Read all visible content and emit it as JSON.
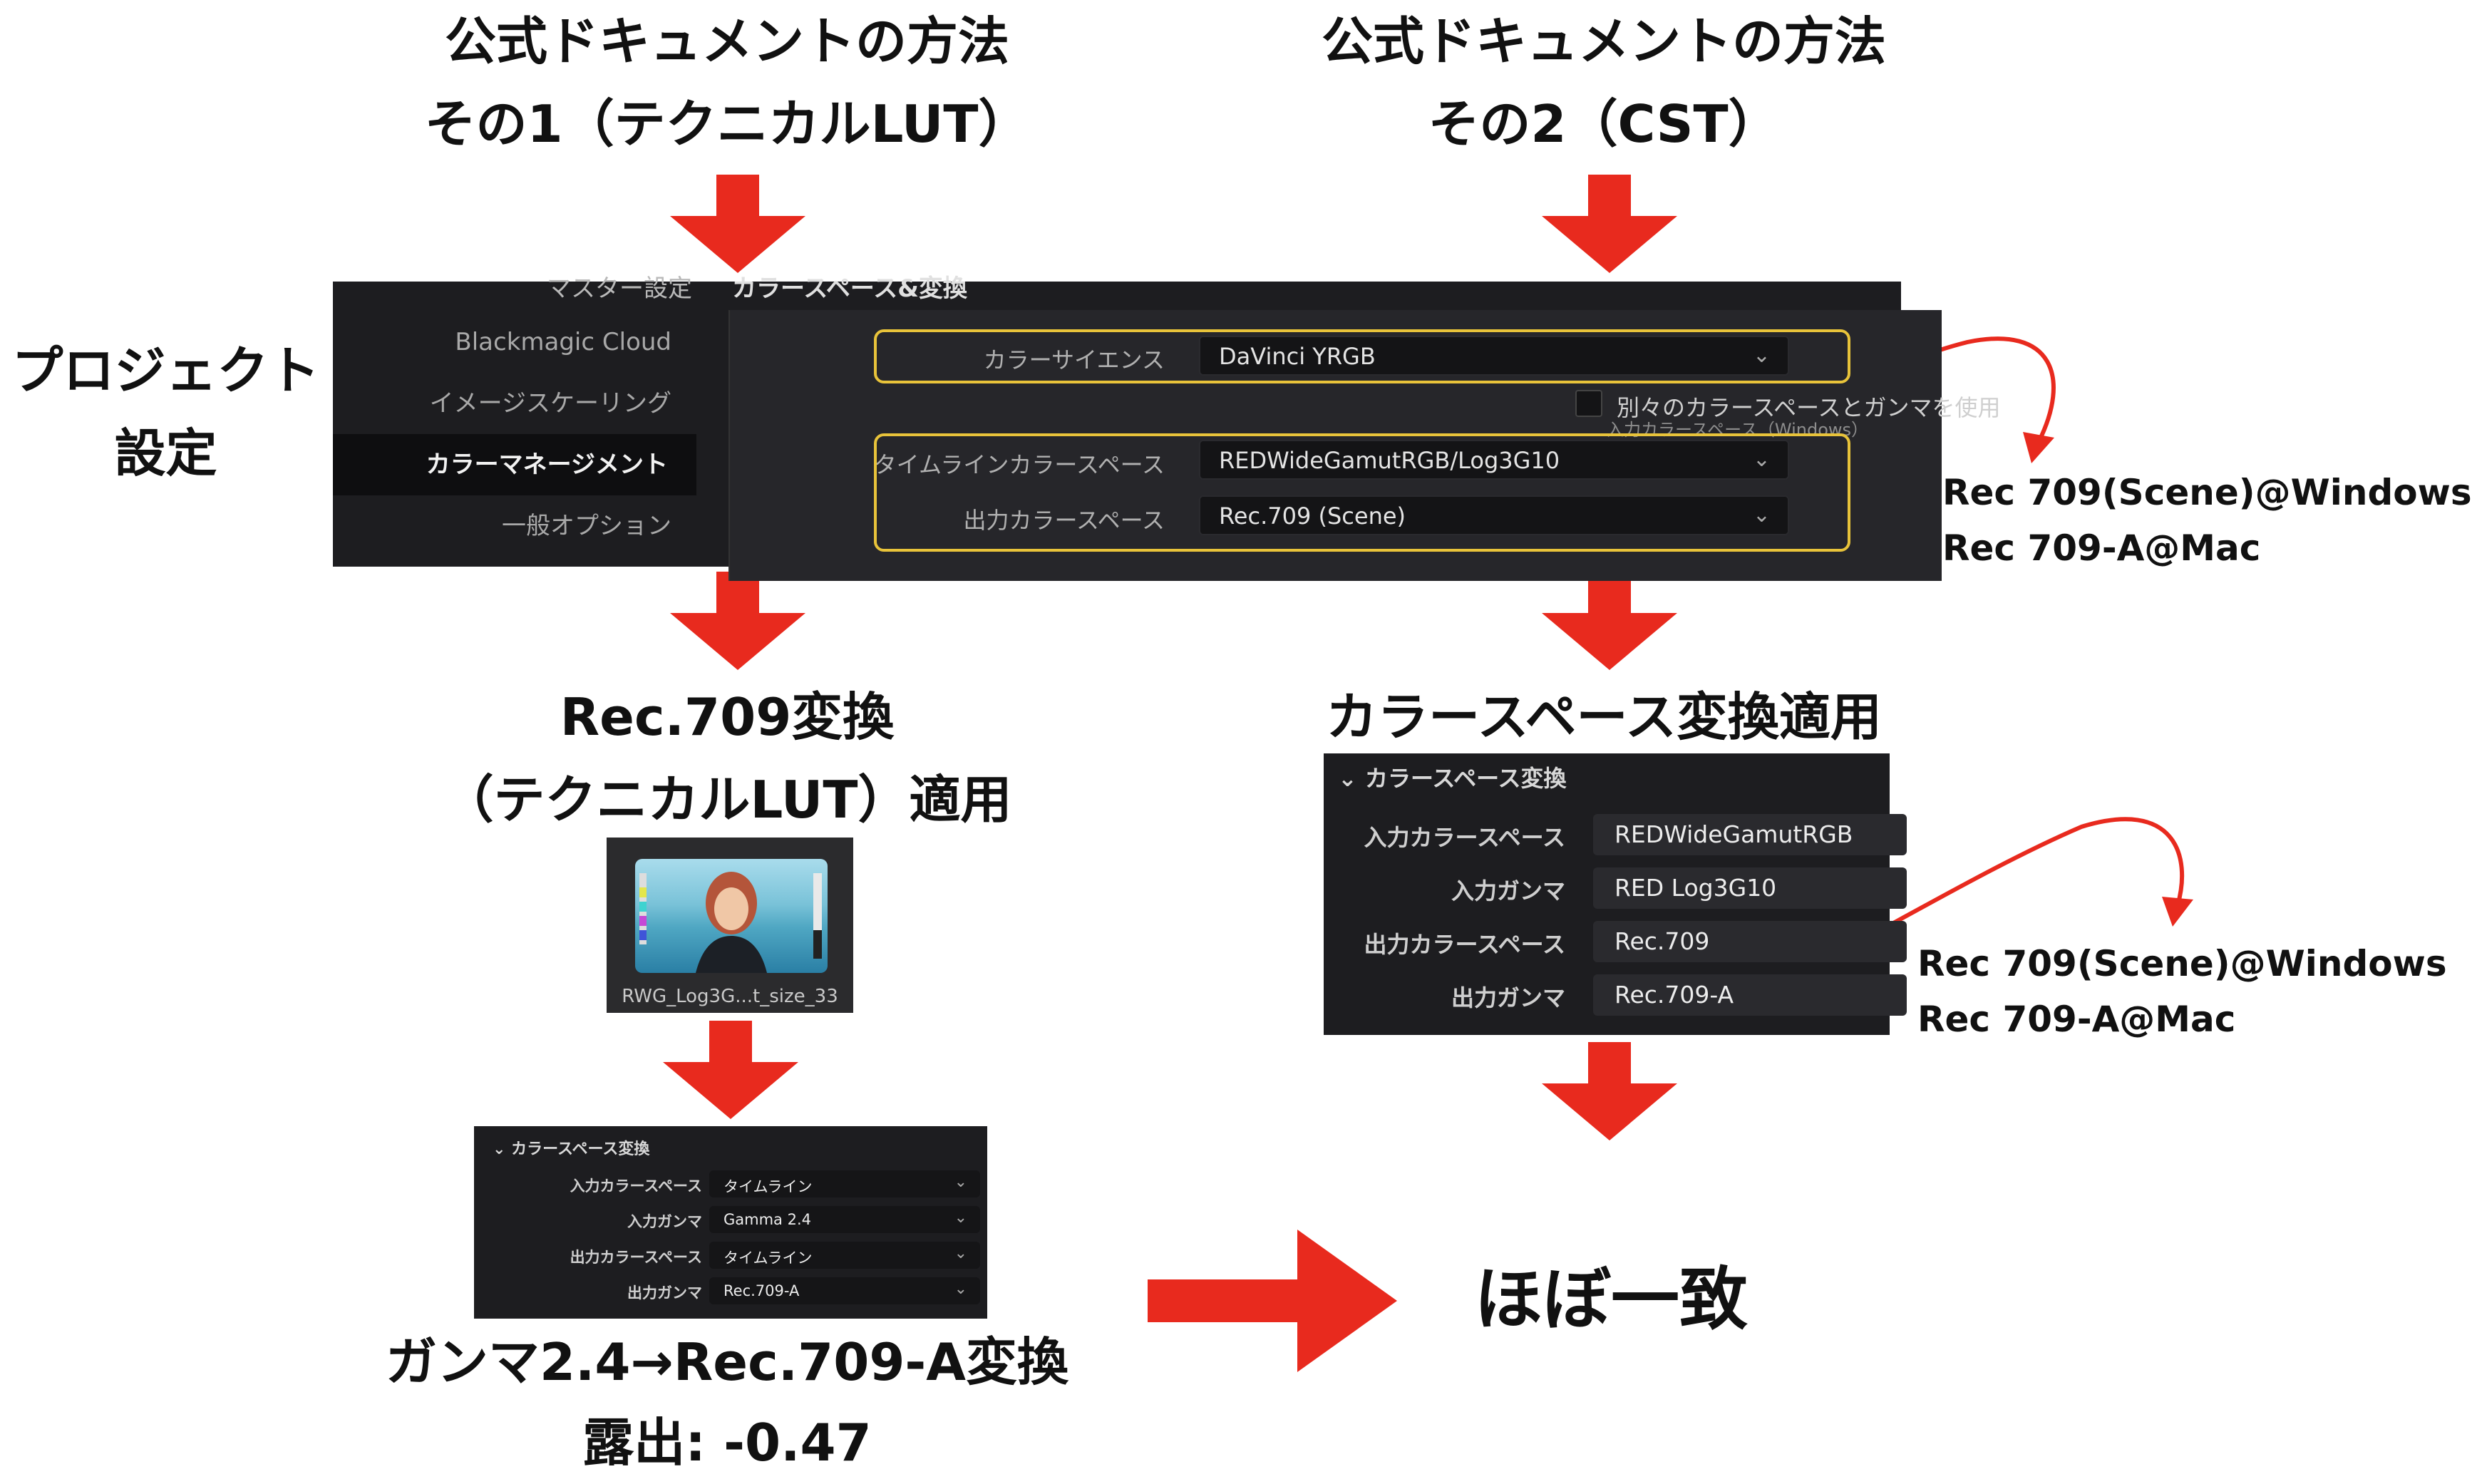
{
  "left_column": {
    "title_line1": "公式ドキュメントの方法",
    "title_line2": "その1（テクニカルLUT）",
    "step2_line1": "Rec.709変換",
    "step2_line2": "（テクニカルLUT）適用",
    "thumbnail_caption": "RWG_Log3G...t_size_33",
    "step4_line1": "ガンマ2.4→Rec.709-A変換",
    "step4_line2": "露出: -0.47"
  },
  "right_column": {
    "title_line1": "公式ドキュメントの方法",
    "title_line2": "その2（CST）",
    "step2": "カラースペース変換適用"
  },
  "side_label": {
    "line1": "プロジェクト",
    "line2": "設定"
  },
  "notes": {
    "upper_line1": "Rec 709(Scene)@Windows",
    "upper_line2": "Rec 709-A@Mac",
    "lower_line1": "Rec 709(Scene)@Windows",
    "lower_line2": "Rec 709-A@Mac"
  },
  "result": "ほぼ一致",
  "project_settings": {
    "cut_top_left": "マスター設定",
    "cut_top_section": "カラースペース&変換",
    "nav": [
      "Blackmagic Cloud",
      "イメージスケーリング",
      "カラーマネージメント",
      "一般オプション"
    ],
    "color_science_label": "カラーサイエンス",
    "color_science_value": "DaVinci YRGB",
    "separate_checkbox_label": "別々のカラースペースとガンマを使用",
    "hidden_row_text": "入力カラースペース（Windows）",
    "timeline_cs_label": "タイムラインカラースペース",
    "timeline_cs_value": "REDWideGamutRGB/Log3G10",
    "output_cs_label": "出力カラースペース",
    "output_cs_value": "Rec.709 (Scene)"
  },
  "cst_right": {
    "title": "カラースペース変換",
    "rows": [
      {
        "label": "入力カラースペース",
        "value": "REDWideGamutRGB"
      },
      {
        "label": "入力ガンマ",
        "value": "RED Log3G10"
      },
      {
        "label": "出力カラースペース",
        "value": "Rec.709"
      },
      {
        "label": "出力ガンマ",
        "value": "Rec.709-A"
      }
    ]
  },
  "cst_left": {
    "title": "カラースペース変換",
    "rows": [
      {
        "label": "入力カラースペース",
        "value": "タイムライン"
      },
      {
        "label": "入力ガンマ",
        "value": "Gamma 2.4"
      },
      {
        "label": "出力カラースペース",
        "value": "タイムライン"
      },
      {
        "label": "出力ガンマ",
        "value": "Rec.709-A"
      }
    ]
  },
  "colors": {
    "arrow_red": "#e82a1e",
    "highlight_yellow": "#e8c33a",
    "panel_bg": "#1d1d20"
  }
}
